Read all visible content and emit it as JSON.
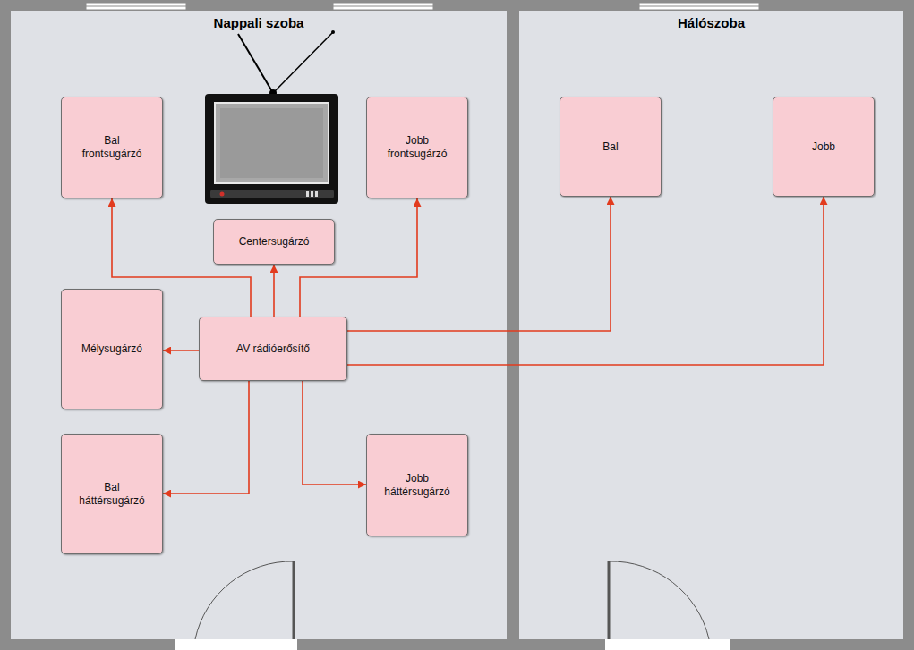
{
  "diagram": {
    "nodes": [
      {
        "text": [
          "Nappali szoba"
        ]
      },
      {
        "text": [
          "Bal frontsugárzó"
        ],
        "in": 0
      },
      {
        "text": [
          "Jobb frontsugárzó"
        ],
        "in": 0
      },
      {
        "text": [
          "Centersugárzó"
        ],
        "in": 0
      },
      {
        "text": [
          "Mélysugárzó"
        ],
        "in": 0
      },
      {
        "text": [
          "AV rádióerősítő"
        ],
        "in": 0
      },
      {
        "text": [
          "Bal háttérsugárzó"
        ],
        "in": 0
      },
      {
        "text": [
          "Jobb háttérsugárzó"
        ],
        "in": 0
      },
      {
        "text": [
          "Hálószoba"
        ]
      },
      {
        "text": [
          "Bal"
        ],
        "in": 8
      },
      {
        "text": [
          "Jobb"
        ],
        "in": 8
      }
    ],
    "edges": [
      {
        "from": 5,
        "to": 1,
        "arrow": "to"
      },
      {
        "from": 5,
        "to": 3,
        "arrow": "to"
      },
      {
        "from": 5,
        "to": 2,
        "arrow": "to"
      },
      {
        "from": 5,
        "to": 4,
        "arrow": "to"
      },
      {
        "from": 5,
        "to": 6,
        "arrow": "to"
      },
      {
        "from": 5,
        "to": 7,
        "arrow": "to"
      },
      {
        "from": 5,
        "to": 9,
        "arrow": "to"
      },
      {
        "from": 5,
        "to": 10,
        "arrow": "to"
      }
    ]
  }
}
